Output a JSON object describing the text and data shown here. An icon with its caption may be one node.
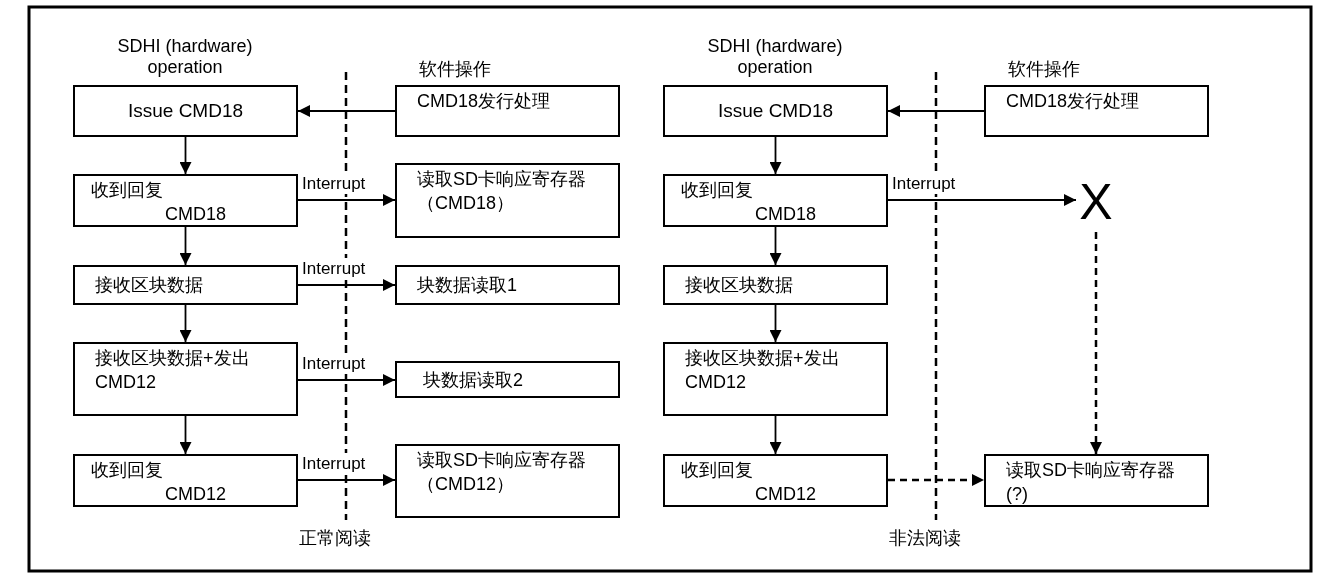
{
  "diagram": {
    "nodes": [
      {
        "text": [
          "Issue CMD18"
        ]
      },
      {
        "text": [
          "CMD18发行处理"
        ]
      },
      {
        "text": [
          "收到回复",
          "CMD18"
        ]
      },
      {
        "text": [
          "读取SD卡响应寄存器（CMD18）"
        ]
      },
      {
        "text": [
          "接收区块数据"
        ]
      },
      {
        "text": [
          "块数据读取1"
        ]
      },
      {
        "text": [
          "接收区块数据+发出CMD12"
        ]
      },
      {
        "text": [
          "块数据读取2"
        ]
      },
      {
        "text": [
          "收到回复",
          "CMD12"
        ]
      },
      {
        "text": [
          "读取SD卡响应寄存器（CMD12）"
        ]
      },
      {
        "text": [
          "Issue CMD18"
        ]
      },
      {
        "text": [
          "CMD18发行处理"
        ]
      },
      {
        "text": [
          "收到回复",
          "CMD18"
        ]
      },
      {
        "text": [
          "X"
        ]
      },
      {
        "text": [
          "接收区块数据"
        ]
      },
      {
        "text": [
          "接收区块数据+发出CMD12"
        ]
      },
      {
        "text": [
          "收到回复",
          "CMD12"
        ]
      },
      {
        "text": [
          "读取SD卡响应寄存器(?)"
        ]
      }
    ],
    "edges": [
      {
        "from": 1,
        "to": 0,
        "arrow": "to"
      },
      {
        "from": 0,
        "to": 2,
        "arrow": "to"
      },
      {
        "from": 2,
        "to": 3,
        "arrow": "to",
        "label": "Interrupt"
      },
      {
        "from": 2,
        "to": 4,
        "arrow": "to"
      },
      {
        "from": 4,
        "to": 5,
        "arrow": "to",
        "label": "Interrupt"
      },
      {
        "from": 4,
        "to": 6,
        "arrow": "to"
      },
      {
        "from": 6,
        "to": 7,
        "arrow": "to",
        "label": "Interrupt"
      },
      {
        "from": 6,
        "to": 8,
        "arrow": "to"
      },
      {
        "from": 8,
        "to": 9,
        "arrow": "to",
        "label": "Interrupt"
      },
      {
        "from": 11,
        "to": 10,
        "arrow": "to"
      },
      {
        "from": 10,
        "to": 12,
        "arrow": "to"
      },
      {
        "from": 12,
        "to": 13,
        "arrow": "to",
        "label": "Interrupt"
      },
      {
        "from": 12,
        "to": 14,
        "arrow": "to"
      },
      {
        "from": 14,
        "to": 15,
        "arrow": "to"
      },
      {
        "from": 15,
        "to": 16,
        "arrow": "to"
      },
      {
        "from": 16,
        "to": 17,
        "arrow": "to",
        "style": "dashed"
      },
      {
        "from": 13,
        "to": 17,
        "arrow": "to",
        "style": "dashed"
      }
    ],
    "labels": [
      "SDHI (hardware) operation",
      "软件操作",
      "正常阅读",
      "SDHI (hardware) operation",
      "软件操作",
      "非法阅读"
    ]
  }
}
